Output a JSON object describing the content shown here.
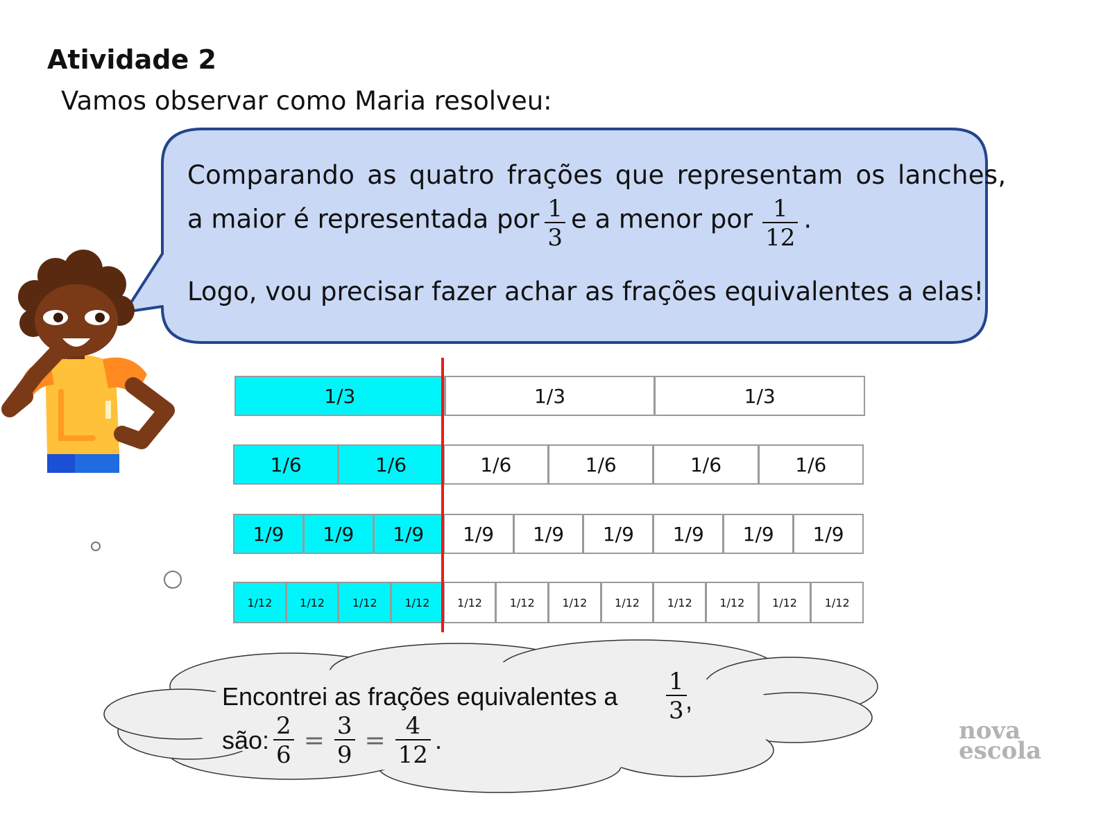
{
  "header": {
    "title": "Atividade 2",
    "subtitle": "Vamos observar como Maria resolveu:"
  },
  "speech": {
    "line1": "Comparando as quatro frações que representam os lanches,",
    "line2_a": "a maior é representada por",
    "line2_b": "e a menor por",
    "line2_end": ".",
    "frac_max": {
      "num": "1",
      "den": "3"
    },
    "frac_min": {
      "num": "1",
      "den": "12"
    },
    "line3": "Logo, vou precisar fazer achar as frações equivalentes a elas!"
  },
  "fraction_bars": [
    {
      "label": "1/3",
      "count": 3,
      "filled": 1
    },
    {
      "label": "1/6",
      "count": 6,
      "filled": 2
    },
    {
      "label": "1/9",
      "count": 9,
      "filled": 3
    },
    {
      "label": "1/12",
      "count": 12,
      "filled": 4
    }
  ],
  "colors": {
    "fill": "#00f5fa",
    "divider": "#e81b1b",
    "bubble": "#c9d8f5",
    "bubble_border": "#23468c",
    "cloud": "#efefef"
  },
  "thought": {
    "line1": "Encontrei as frações equivalentes a",
    "frac_target": {
      "num": "1",
      "den": "3"
    },
    "comma": ",",
    "line2_a": "são:",
    "eq1": {
      "num": "2",
      "den": "6"
    },
    "eq2": {
      "num": "3",
      "den": "9"
    },
    "eq3": {
      "num": "4",
      "den": "12"
    },
    "equals": "=",
    "end": "."
  },
  "logo": {
    "line1": "nova",
    "line2": "escola"
  }
}
